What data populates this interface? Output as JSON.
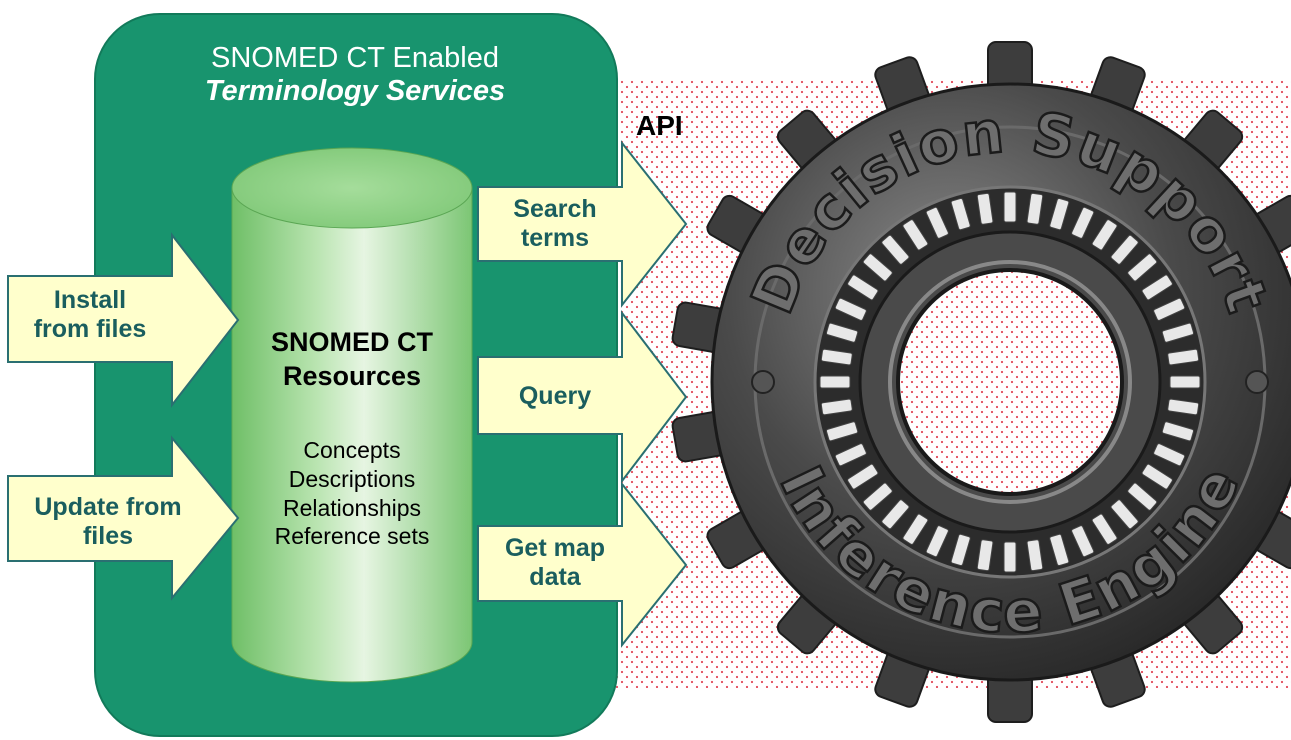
{
  "services_box": {
    "title_line1": "SNOMED CT Enabled",
    "title_line2": "Terminology Services",
    "fill_color": "#18946e"
  },
  "api_label": "API",
  "cylinder": {
    "title_line1": "SNOMED CT",
    "title_line2": "Resources",
    "items": [
      "Concepts",
      "Descriptions",
      "Relationships",
      "Reference sets"
    ],
    "fill_color": "#8fcf86"
  },
  "input_arrows": [
    {
      "line1": "Install",
      "line2": "from files"
    },
    {
      "line1": "Update from",
      "line2": "files"
    }
  ],
  "output_arrows": [
    {
      "line1": "Search",
      "line2": "terms"
    },
    {
      "line1": "Query",
      "line2": ""
    },
    {
      "line1": "Get map",
      "line2": "data"
    }
  ],
  "arrow_colors": {
    "fill": "#ffffcc",
    "stroke": "#2a6f71",
    "text": "#1a5e5e"
  },
  "gear": {
    "top_text": "Decision Support",
    "bottom_text": "Inference Engine",
    "color": "#3a3a3a"
  },
  "background_pattern": {
    "dot_color": "#e24a5a"
  }
}
